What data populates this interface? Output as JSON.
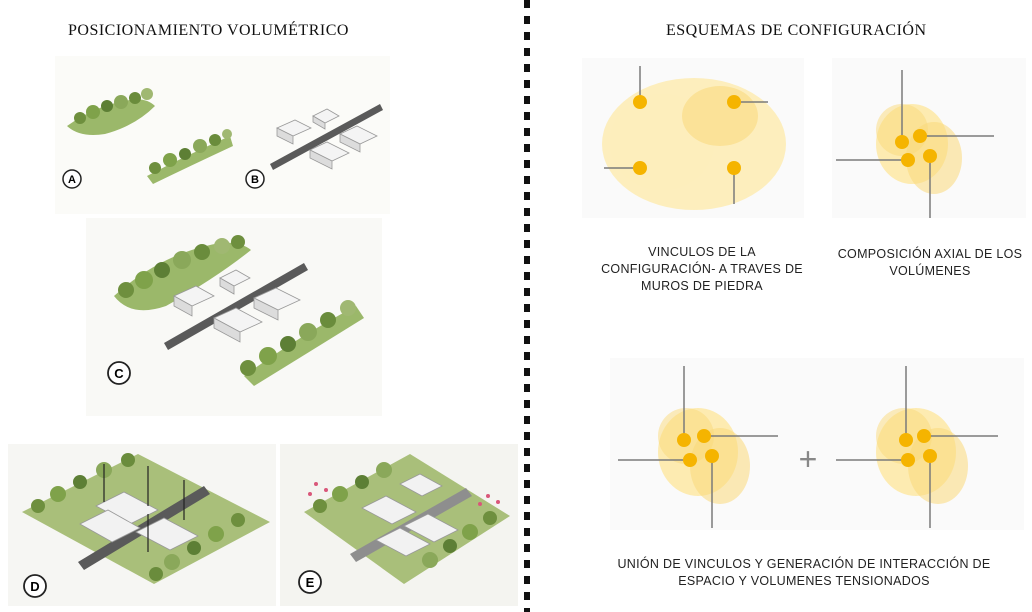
{
  "left": {
    "title": "POSICIONAMIENTO VOLUMÉTRICO",
    "labels": [
      "A",
      "B",
      "C",
      "D",
      "E"
    ]
  },
  "right": {
    "title": "ESQUEMAS DE CONFIGURACIÓN",
    "caption1": "VINCULOS DE LA CONFIGURACIÓN- A TRAVES DE MUROS DE PIEDRA",
    "caption2": "COMPOSICIÓN AXIAL DE LOS VOLÚMENES",
    "caption3": "UNIÓN DE VINCULOS Y GENERACIÓN DE INTERACCIÓN DE ESPACIO Y VOLUMENES TENSIONADOS",
    "plus": "+"
  },
  "colors": {
    "vegetation": "#8fae5a",
    "road": "#5a5a5a",
    "node": "#f5b400",
    "halo": "#fde9a8"
  }
}
